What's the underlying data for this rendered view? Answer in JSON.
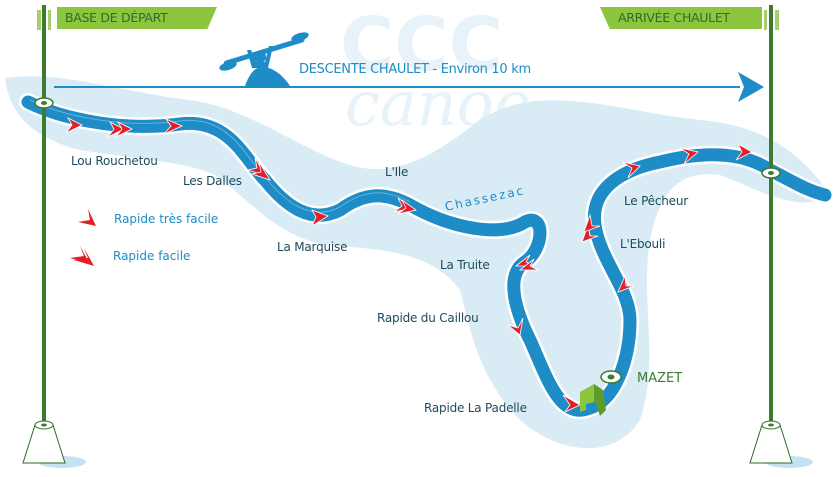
{
  "header": {
    "start_sign": "BASE DE DÉPART",
    "end_sign": "ARRIVÉE CHAULET",
    "title": "DESCENTE CHAULET - Environ 10 km",
    "watermark_top": "CCC",
    "watermark_bottom": "canoe"
  },
  "river": {
    "name": "Chassezac",
    "color": "#1e8cc6",
    "valley_color": "#d9ecf5"
  },
  "places": [
    {
      "name": "Lou Rouchetou"
    },
    {
      "name": "Les Dalles"
    },
    {
      "name": "La Marquise"
    },
    {
      "name": "L'Ile"
    },
    {
      "name": "La Truite"
    },
    {
      "name": "Rapide du Caillou"
    },
    {
      "name": "Rapide La Padelle"
    },
    {
      "name": "L'Ebouli"
    },
    {
      "name": "Le Pêcheur"
    }
  ],
  "landmark": {
    "name": "MAZET"
  },
  "legend": [
    {
      "label": "Rapide très facile",
      "symbol": "single-chevron"
    },
    {
      "label": "Rapide facile",
      "symbol": "double-chevron"
    }
  ],
  "colors": {
    "sign_green": "#8cc63f",
    "pole_green": "#3d7a32",
    "rapid_red": "#e3202a",
    "text_dark": "#1e4a5c",
    "accent_blue": "#1e8cc6"
  }
}
